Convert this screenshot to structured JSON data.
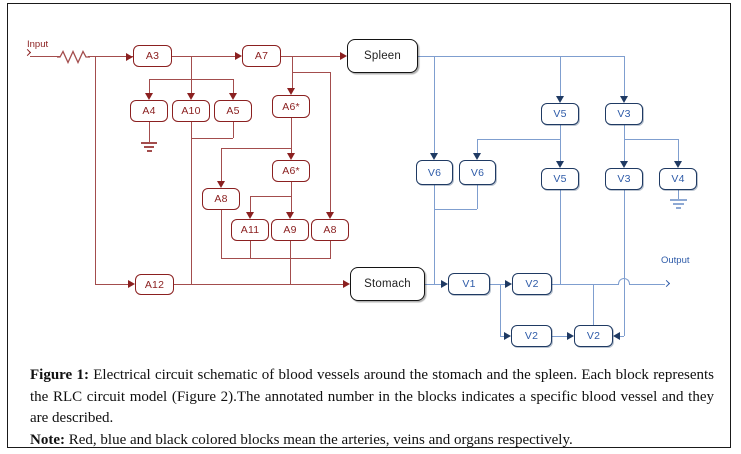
{
  "figure": {
    "input_label": "Input",
    "output_label": "Output",
    "blocks": {
      "a3": "A3",
      "a4": "A4",
      "a5": "A5",
      "a6": "A6*",
      "a7": "A7",
      "a8": "A8",
      "a9": "A9",
      "a10": "A10",
      "a11": "A11",
      "a12": "A12",
      "v1": "V1",
      "v2": "V2",
      "v3": "V3",
      "v4": "V4",
      "v5": "V5",
      "v6": "V6",
      "spleen": "Spleen",
      "stomach": "Stomach"
    },
    "icons": [
      "resistor-icon",
      "ground-icon",
      "input-arrow-icon",
      "output-arrow-icon",
      "wire-hop-arc"
    ],
    "colors": {
      "artery_border": "#8b2020",
      "artery_line": "#a34d4d",
      "vein_border": "#1f3a63",
      "vein_text": "#2e5ba8",
      "vein_line": "#7f9ecf",
      "organ_border": "#141414"
    }
  },
  "caption": {
    "figure_label": "Figure 1:",
    "figure_text": "Electrical circuit schematic of blood vessels around the stomach and the spleen. Each block represents the RLC circuit model (Figure 2).The annotated number in the blocks indicates a specific blood vessel and they are described.",
    "note_label": "Note:",
    "note_text": "Red, blue and black colored blocks mean the arteries, veins and organs respectively."
  }
}
